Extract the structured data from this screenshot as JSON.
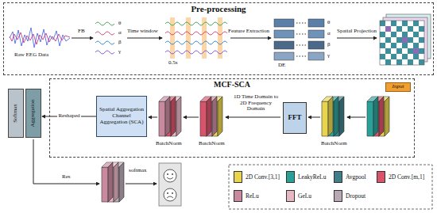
{
  "diagram": {
    "nodes": [
      {
        "text": [
          "Pre-processing"
        ]
      },
      {
        "text": [
          "MCF-SCA"
        ]
      },
      {
        "text": [
          "Input"
        ],
        "in": 1
      },
      {
        "text": [
          "FFT"
        ],
        "in": 1
      },
      {
        "text": [
          "Spatial Aggregation Channel Aggregation (SCA)"
        ],
        "in": 1
      },
      {
        "text": [
          "Softmax"
        ]
      },
      {
        "text": [
          "Aggregation"
        ]
      }
    ],
    "edges": [
      {
        "from": 4,
        "to": 6,
        "arrow": "to",
        "label": "Reshaped"
      }
    ],
    "labels": [
      "Raw EEG Data",
      "FB",
      "θ",
      "α",
      "β",
      "γ",
      "Time window",
      "0.5s",
      "Feature Extraction",
      "θ",
      "α",
      "β",
      "γ",
      "DE",
      "Spatial Projection",
      "BatchNorm",
      "BatchNorm",
      "BatchNorm",
      "1D Time Domain to 2D Frequency Domain",
      "Res",
      "softmax"
    ],
    "legend": [
      {
        "text": "2D Conv.[3,1]",
        "color": "#e8d44d"
      },
      {
        "text": "LeakyReLu",
        "color": "#2aa198"
      },
      {
        "text": "Avgpool",
        "color": "#3f7f8a"
      },
      {
        "text": "2D Conv.[m,1]",
        "color": "#d9536b"
      },
      {
        "text": "ReLu",
        "color": "#c98aa0"
      },
      {
        "text": "GeLu",
        "color": "#e8b7c4"
      },
      {
        "text": "Dropout",
        "color": "#b9a9b4"
      }
    ]
  }
}
